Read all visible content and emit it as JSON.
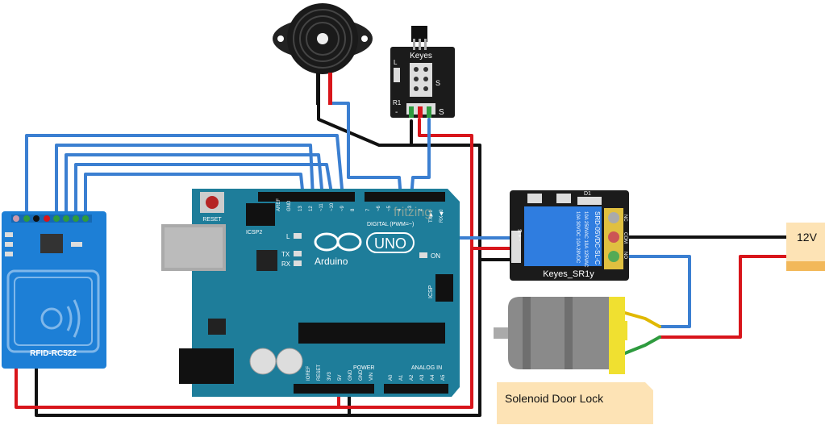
{
  "colors": {
    "board": "#1e7d9a",
    "wire_blue": "#3b7fd1",
    "wire_red": "#d8151b",
    "wire_black": "#111111",
    "wire_green": "#2e9b3e",
    "wire_yellow": "#e0b800",
    "note": "#fde3b5"
  },
  "arduino": {
    "brand": "Arduino",
    "model": "UNO",
    "reset_label": "RESET",
    "icsp2_label": "ICSP2",
    "icsp_label": "ICSP",
    "aref": "AREF",
    "gnd": "GND",
    "pin13": "13",
    "pin12": "12",
    "pin11": "~11",
    "pin10": "~10",
    "pin9": "~9",
    "pin8": "8",
    "pin7": "7",
    "pin6": "~6",
    "pin5": "~5",
    "pin4": "4",
    "pin3": "~3",
    "pin2": "2",
    "tx1": "TX▶1",
    "rx0": "RX◀0",
    "digital_label": "DIGITAL (PWM=~)",
    "l_led": "L",
    "tx_led": "TX",
    "rx_led": "RX",
    "on_led": "ON",
    "power_label": "POWER",
    "analog_label": "ANALOG IN",
    "ioref": "IOREF",
    "reset_pin": "RESET",
    "v33": "3V3",
    "v5": "5V",
    "gnd1": "GND",
    "gnd2": "GND",
    "vin": "VIN",
    "a0": "A0",
    "a1": "A1",
    "a2": "A2",
    "a3": "A3",
    "a4": "A4",
    "a5": "A5",
    "watermark": "fritzing"
  },
  "rfid": {
    "label": "RFID-RC522"
  },
  "sensor": {
    "brand": "Keyes",
    "s_label": "S",
    "l_label": "L",
    "r1_label": "R1",
    "minus": "-",
    "s_pin": "S"
  },
  "relay": {
    "model": "Keyes_SR1y",
    "relay_text1": "SRD-05VDC-SL-C",
    "relay_text2": "10A 250VAC 10A 125VAC",
    "relay_text3": "10A 30VDC 10A 28VDC",
    "d1": "D1",
    "nc": "NC",
    "com": "COM",
    "no": "NO",
    "pin_labels": "S + -"
  },
  "power": {
    "label": "12V"
  },
  "lock": {
    "label": "Solenoid Door Lock"
  }
}
